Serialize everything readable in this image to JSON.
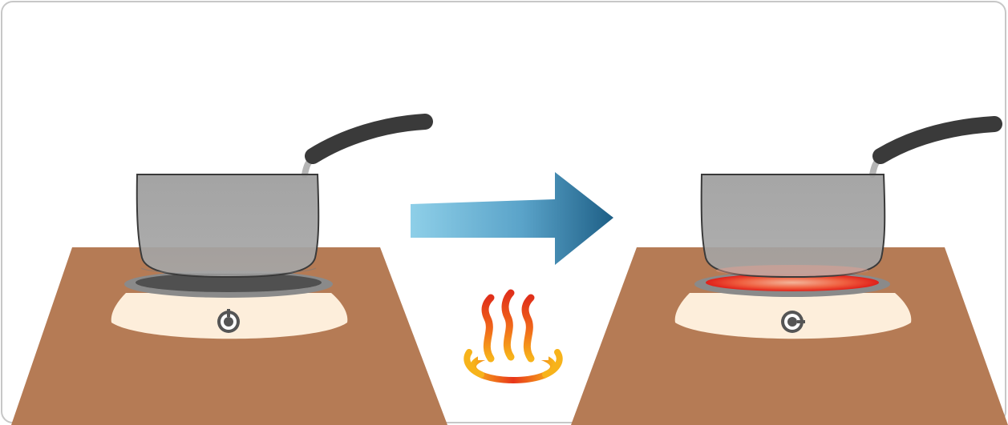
{
  "scene": {
    "left_stove": {
      "state": "off",
      "knob_position": "up"
    },
    "right_stove": {
      "state": "on",
      "knob_position": "right"
    },
    "arrow": {
      "direction": "right",
      "gradient_colors": [
        "#8ecfe8",
        "#1e5f86"
      ]
    },
    "heat_symbol": {
      "icon": "onsen-heat-icon",
      "colors": [
        "#f7b31a",
        "#e8361a"
      ]
    }
  },
  "colors": {
    "counter": "#b57b55",
    "stove_base": "#fdeedb",
    "burner_off": "#555555",
    "burner_rim": "#8a8a8a",
    "burner_on": "#e8241a",
    "pot_body": "#9b9b9b",
    "handle": "#3a3a3a",
    "border": "#c7c7c7"
  }
}
